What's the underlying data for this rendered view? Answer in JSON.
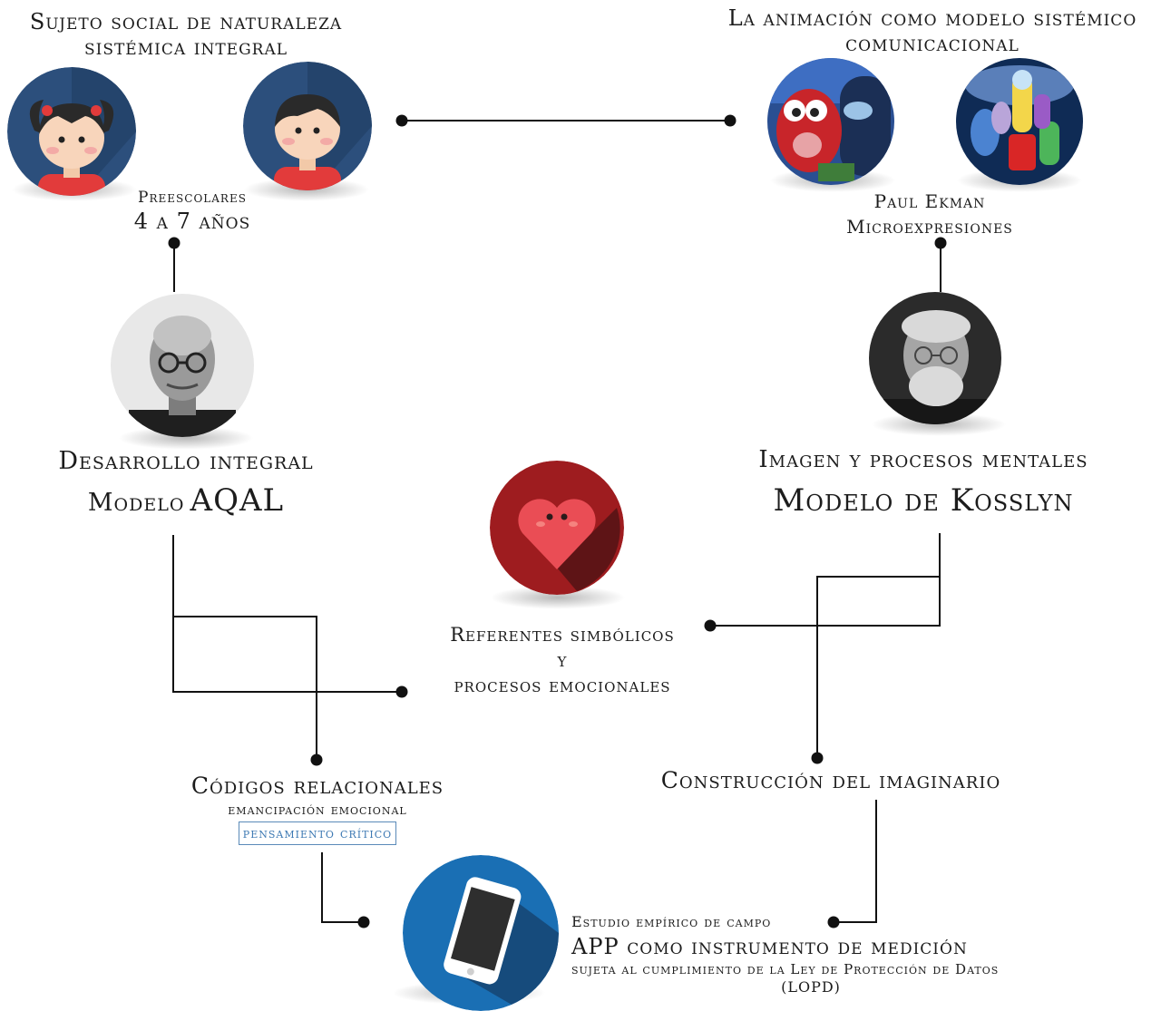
{
  "nodes": {
    "sujeto_line1": "Sujeto social de naturaleza",
    "sujeto_line2": "sistémica integral",
    "animacion_line1": "La animación como modelo sistémico",
    "animacion_line2": "comunicacional",
    "preescolares_line1": "Preescolares",
    "preescolares_line2": "4 a 7 años",
    "ekman_line1": "Paul Ekman",
    "ekman_line2": "Microexpresiones",
    "desarrollo_line1": "Desarrollo integral",
    "desarrollo_line2_a": "Modelo",
    "desarrollo_line2_b": "AQAL",
    "imagen_line1": "Imagen y procesos mentales",
    "imagen_line2": "Modelo de Kosslyn",
    "referentes_line1": "Referentes simbólicos",
    "referentes_line2": "y",
    "referentes_line3": "procesos emocionales",
    "codigos_line1": "Códigos relacionales",
    "codigos_line2": "emancipación emocional",
    "codigos_line3": "pensamiento crítico",
    "construccion": "Construcción del imaginario",
    "estudio": "Estudio empírico de campo",
    "app_line1": "APP como instrumento de medición",
    "app_line2": "sujeta al cumplimiento de la Ley de Protección de Datos",
    "app_line3": "(LOPD)"
  },
  "icons": {
    "girl": "girl-avatar-icon",
    "boy": "boy-avatar-icon",
    "heart": "heart-icon",
    "phone": "smartphone-icon"
  },
  "colors": {
    "navy": "#1f3d66",
    "red": "#9e1c1f",
    "blue": "#1a6fb4",
    "accent": "#3d79b3",
    "line": "#111111"
  }
}
